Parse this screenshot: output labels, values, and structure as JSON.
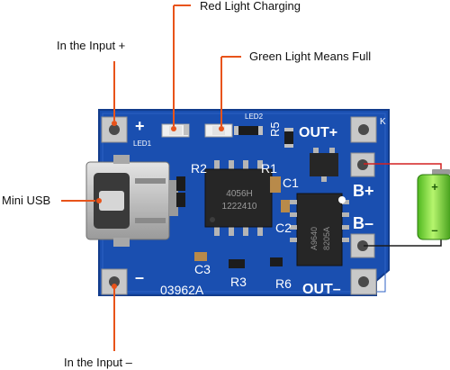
{
  "callouts": {
    "red_light": "Red Light Charging",
    "green_light": "Green Light Means Full",
    "input_plus": "In the Input +",
    "mini_usb": "Mini USB",
    "input_minus": "In the Input –"
  },
  "board": {
    "chip_main": [
      "4056H",
      "1222410"
    ],
    "chip_side": [
      "A9640",
      "8205A"
    ],
    "model": "03962A",
    "labels": {
      "plus": "+",
      "minus": "–",
      "out_plus": "OUT+",
      "out_minus": "OUT–",
      "b_plus": "B+",
      "b_minus": "B–",
      "r1": "R1",
      "r2": "R2",
      "r3": "R3",
      "r5": "R5",
      "r6": "R6",
      "c1": "C1",
      "c2": "C2",
      "c3": "C3",
      "led1": "LED1",
      "led2": "LED2",
      "k": "K"
    },
    "battery": {
      "plus": "+",
      "minus": "–"
    }
  },
  "colors": {
    "pcb": "#1a4fb0",
    "pcb_dark": "#123c8c",
    "pad": "#c8c8c8",
    "callout_line": "#e8531a",
    "chip": "#262626",
    "battery_green": "#7ee03a",
    "usb_metal": "#bdbdbd"
  }
}
